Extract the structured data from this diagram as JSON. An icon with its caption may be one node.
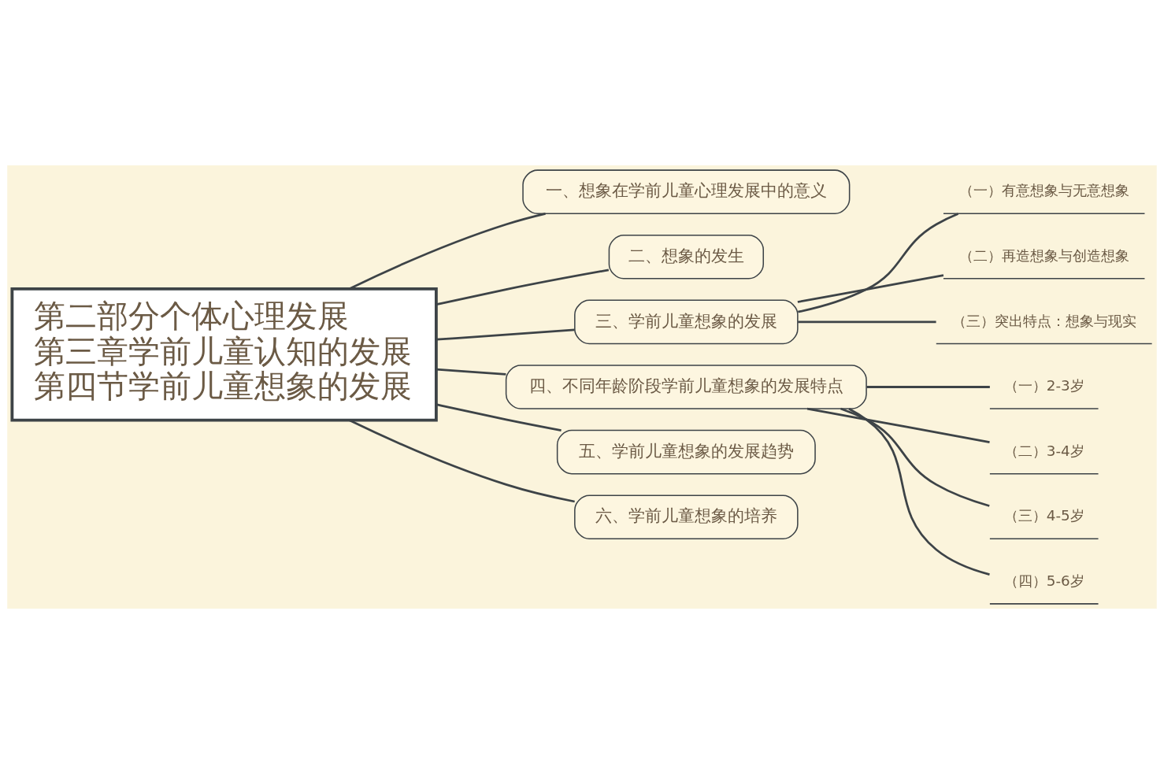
{
  "diagram": {
    "nodes": [
      {
        "text": [
          "第二部分个体心理发展",
          "第三章学前儿童认知的发展",
          "第四节学前儿童想象的发展"
        ]
      },
      {
        "text": [
          "一、想象在学前儿童心理发展中的意义"
        ]
      },
      {
        "text": [
          "二、想象的发生"
        ]
      },
      {
        "text": [
          "三、学前儿童想象的发展"
        ]
      },
      {
        "text": [
          "（一）有意想象与无意想象"
        ]
      },
      {
        "text": [
          "（二）再造想象与创造想象"
        ]
      },
      {
        "text": [
          "（三）突出特点：想象与现实"
        ]
      },
      {
        "text": [
          "四、不同年龄阶段学前儿童想象的发展特点"
        ]
      },
      {
        "text": [
          "（一）2-3岁"
        ]
      },
      {
        "text": [
          "（二）3-4岁"
        ]
      },
      {
        "text": [
          "（三）4-5岁"
        ]
      },
      {
        "text": [
          "（四）5-6岁"
        ]
      },
      {
        "text": [
          "五、学前儿童想象的发展趋势"
        ]
      },
      {
        "text": [
          "六、学前儿童想象的培养"
        ]
      }
    ],
    "edges": [
      {
        "from": 0,
        "to": 1,
        "arrow": "none"
      },
      {
        "from": 0,
        "to": 2,
        "arrow": "none"
      },
      {
        "from": 0,
        "to": 3,
        "arrow": "none"
      },
      {
        "from": 3,
        "to": 4,
        "arrow": "none"
      },
      {
        "from": 3,
        "to": 5,
        "arrow": "none"
      },
      {
        "from": 3,
        "to": 6,
        "arrow": "none"
      },
      {
        "from": 0,
        "to": 7,
        "arrow": "none"
      },
      {
        "from": 7,
        "to": 8,
        "arrow": "none"
      },
      {
        "from": 7,
        "to": 9,
        "arrow": "none"
      },
      {
        "from": 7,
        "to": 10,
        "arrow": "none"
      },
      {
        "from": 7,
        "to": 11,
        "arrow": "none"
      },
      {
        "from": 0,
        "to": 12,
        "arrow": "none"
      },
      {
        "from": 0,
        "to": 13,
        "arrow": "none"
      }
    ]
  }
}
